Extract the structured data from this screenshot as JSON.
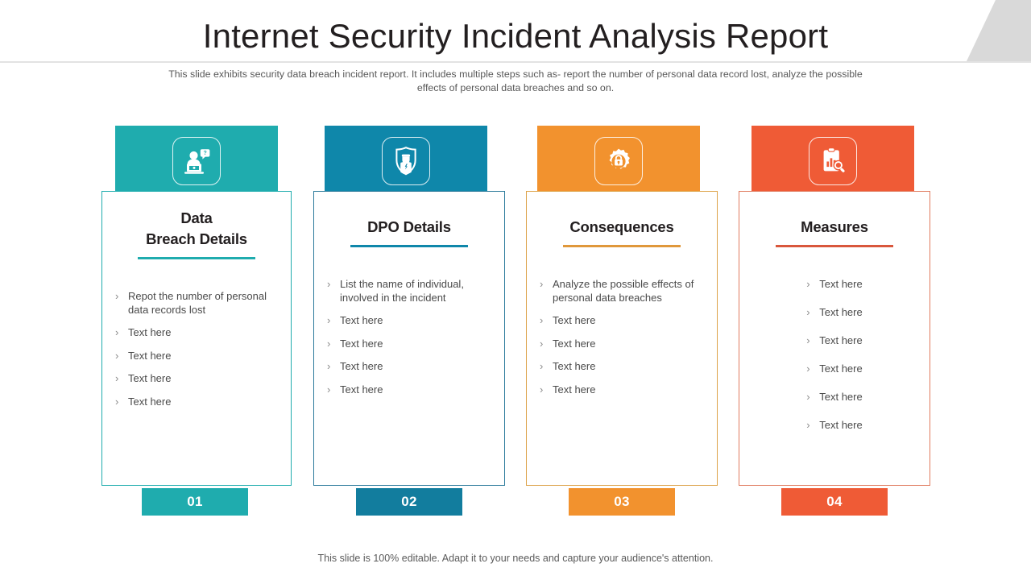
{
  "slide": {
    "title": "Internet Security Incident Analysis Report",
    "subtitle": "This slide exhibits security data breach incident report. It includes multiple steps such as- report the number of personal data record lost, analyze the possible effects of personal data breaches and so on.",
    "footer": "This slide is 100% editable. Adapt it to your needs and capture your audience's attention."
  },
  "colors": {
    "card1": "#1FACAE",
    "card2": "#0F87AA",
    "card2_badge": "#127D9E",
    "card3": "#F2922E",
    "card3_underline": "#E0983B",
    "card4": "#EF5B36",
    "card4_underline": "#D9573C",
    "title_text": "#231f20",
    "body_text": "#4a4a4a",
    "corner_deco": "#d9d9d9"
  },
  "bullet_glyph": "›",
  "cards": [
    {
      "number": "01",
      "title_line1": "Data",
      "title_line2": "Breach Details",
      "icon": "person-laptop-question-icon",
      "bullets": [
        "Repot the number of personal data records lost",
        "Text here",
        "Text here",
        "Text here",
        "Text here"
      ]
    },
    {
      "number": "02",
      "title_line1": "DPO Details",
      "title_line2": "",
      "icon": "shield-officer-icon",
      "bullets": [
        "List the name of individual, involved in the incident",
        "Text here",
        "Text here",
        "Text here",
        "Text here"
      ]
    },
    {
      "number": "03",
      "title_line1": "Consequences",
      "title_line2": "",
      "icon": "gear-lock-icon",
      "bullets": [
        "Analyze the possible effects of personal data breaches",
        "Text here",
        "Text here",
        "Text here",
        "Text here"
      ]
    },
    {
      "number": "04",
      "title_line1": "Measures",
      "title_line2": "",
      "icon": "clipboard-chart-search-icon",
      "bullets": [
        "Text here",
        "Text here",
        "Text here",
        "Text here",
        "Text here",
        "Text here"
      ]
    }
  ]
}
